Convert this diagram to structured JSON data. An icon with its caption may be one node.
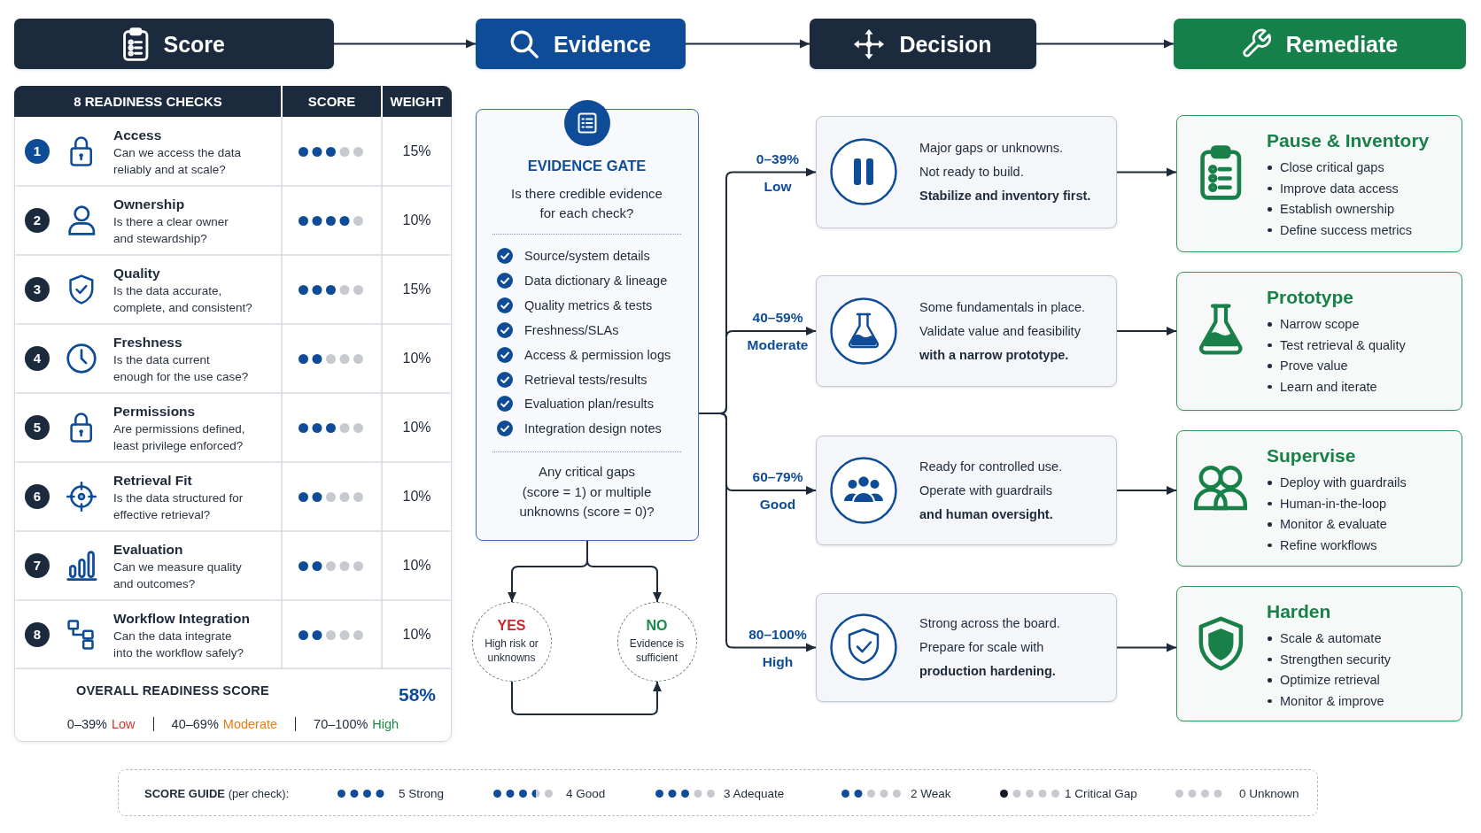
{
  "diagram": {
    "nodes": [
      {
        "text": [
          "Score"
        ]
      },
      {
        "text": [
          "Evidence"
        ]
      },
      {
        "text": [
          "Decision"
        ]
      },
      {
        "text": [
          "Remediate"
        ]
      },
      {
        "text": [
          "EVIDENCE GATE",
          "Is there credible evidence for each check?",
          "Source/system details",
          "Data dictionary & lineage",
          "Quality metrics & tests",
          "Freshness/SLAs",
          "Access & permission logs",
          "Retrieval tests/results",
          "Evaluation plan/results",
          "Integration design notes",
          "Any critical gaps (score = 1) or multiple unknowns (score = 0)?"
        ]
      },
      {
        "text": [
          "YES",
          "High risk or unknowns"
        ]
      },
      {
        "text": [
          "NO",
          "Evidence is sufficient"
        ]
      },
      {
        "text": [
          "Major gaps or unknowns.",
          "Not ready to build.",
          "Stabilize and inventory first."
        ],
        "beside": [
          "0–39%",
          "Low"
        ]
      },
      {
        "text": [
          "Some fundamentals in place.",
          "Validate value and feasibility",
          "with a narrow prototype."
        ],
        "beside": [
          "40–59%",
          "Moderate"
        ]
      },
      {
        "text": [
          "Ready for controlled use.",
          "Operate with guardrails",
          "and human oversight."
        ],
        "beside": [
          "60–79%",
          "Good"
        ]
      },
      {
        "text": [
          "Strong across the board.",
          "Prepare for scale with",
          "production hardening."
        ],
        "beside": [
          "80–100%",
          "High"
        ]
      },
      {
        "text": [
          "Pause & Inventory",
          "Close critical gaps",
          "Improve data access",
          "Establish ownership",
          "Define success metrics"
        ]
      },
      {
        "text": [
          "Prototype",
          "Narrow scope",
          "Test retrieval & quality",
          "Prove value",
          "Learn and iterate"
        ]
      },
      {
        "text": [
          "Supervise",
          "Deploy with guardrails",
          "Human-in-the-loop",
          "Monitor & evaluate",
          "Refine workflows"
        ]
      },
      {
        "text": [
          "Harden",
          "Scale & automate",
          "Strengthen security",
          "Optimize retrieval",
          "Monitor & improve"
        ]
      }
    ],
    "edges": [
      {
        "from": 0,
        "to": 1,
        "arrow": "to"
      },
      {
        "from": 1,
        "to": 2,
        "arrow": "to"
      },
      {
        "from": 2,
        "to": 3,
        "arrow": "to"
      },
      {
        "from": 4,
        "to": 5,
        "arrow": "to"
      },
      {
        "from": 4,
        "to": 6,
        "arrow": "to"
      },
      {
        "from": 5,
        "to": 6,
        "arrow": "to"
      },
      {
        "from": 4,
        "to": 7,
        "arrow": "to"
      },
      {
        "from": 4,
        "to": 8,
        "arrow": "to"
      },
      {
        "from": 4,
        "to": 9,
        "arrow": "to"
      },
      {
        "from": 4,
        "to": 10,
        "arrow": "to"
      },
      {
        "from": 7,
        "to": 11,
        "arrow": "to"
      },
      {
        "from": 8,
        "to": 12,
        "arrow": "to"
      },
      {
        "from": 9,
        "to": 13,
        "arrow": "to"
      },
      {
        "from": 10,
        "to": 14,
        "arrow": "to"
      }
    ],
    "labels": [
      "8 READINESS CHECKS",
      "SCORE",
      "WEIGHT",
      "1",
      "Access",
      "Can we access the data reliably and at scale?",
      "15%",
      "2",
      "Ownership",
      "Is there a clear owner and stewardship?",
      "10%",
      "3",
      "Quality",
      "Is the data accurate, complete, and consistent?",
      "15%",
      "4",
      "Freshness",
      "Is the data current enough for the use case?",
      "10%",
      "5",
      "Permissions",
      "Are permissions defined, least privilege enforced?",
      "10%",
      "6",
      "Retrieval Fit",
      "Is the data structured for effective retrieval?",
      "10%",
      "7",
      "Evaluation",
      "Can we measure quality and outcomes?",
      "10%",
      "8",
      "Workflow Integration",
      "Can the data integrate into the workflow safely?",
      "10%",
      "OVERALL READINESS SCORE",
      "58%",
      "0–39%",
      "Low",
      "40–69%",
      "Moderate",
      "70–100%",
      "High",
      "**SCORE GUIDE** (per check):"
    ],
    "legend": [
      {
        "text": "5 Strong"
      },
      {
        "text": "4 Good"
      },
      {
        "text": "3 Adequate"
      },
      {
        "text": "2 Weak"
      },
      {
        "text": "1 Critical Gap"
      },
      {
        "text": "0 Unknown"
      }
    ]
  }
}
